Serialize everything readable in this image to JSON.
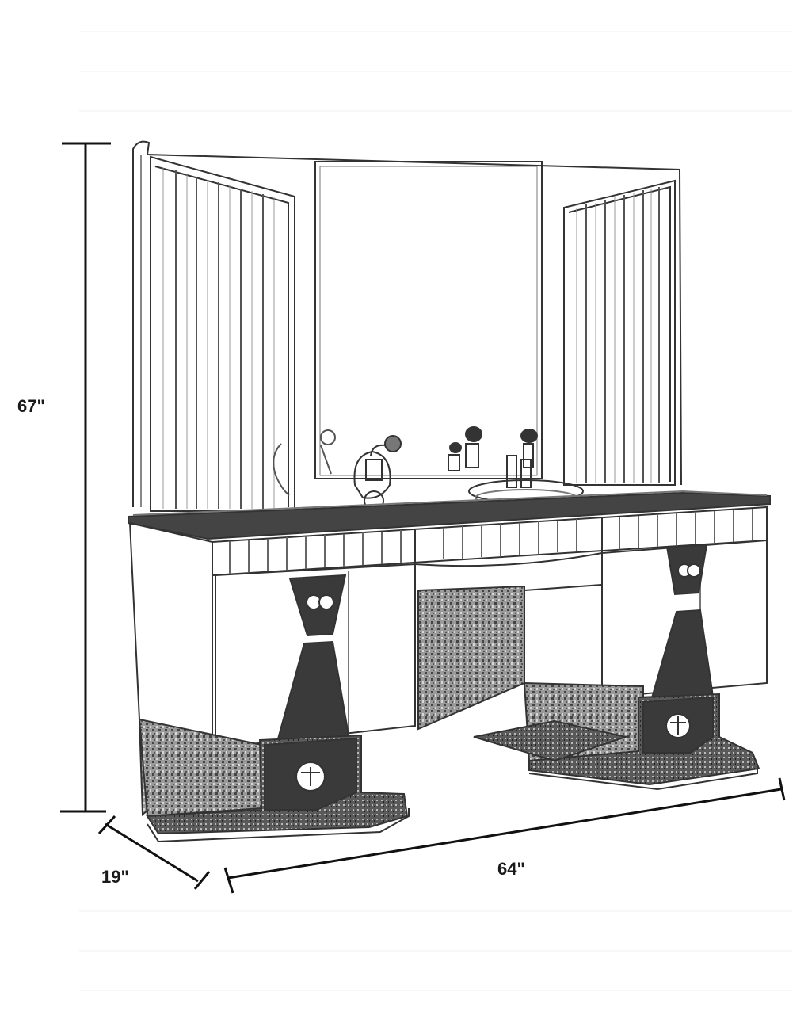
{
  "dimensions": {
    "height": "67\"",
    "depth": "19\"",
    "width": "64\""
  },
  "colors": {
    "ink": "#1a1a1a",
    "line": "#333333",
    "light_line": "#8a8a8a",
    "background": "#ffffff",
    "shade": "#3a3a3a"
  }
}
